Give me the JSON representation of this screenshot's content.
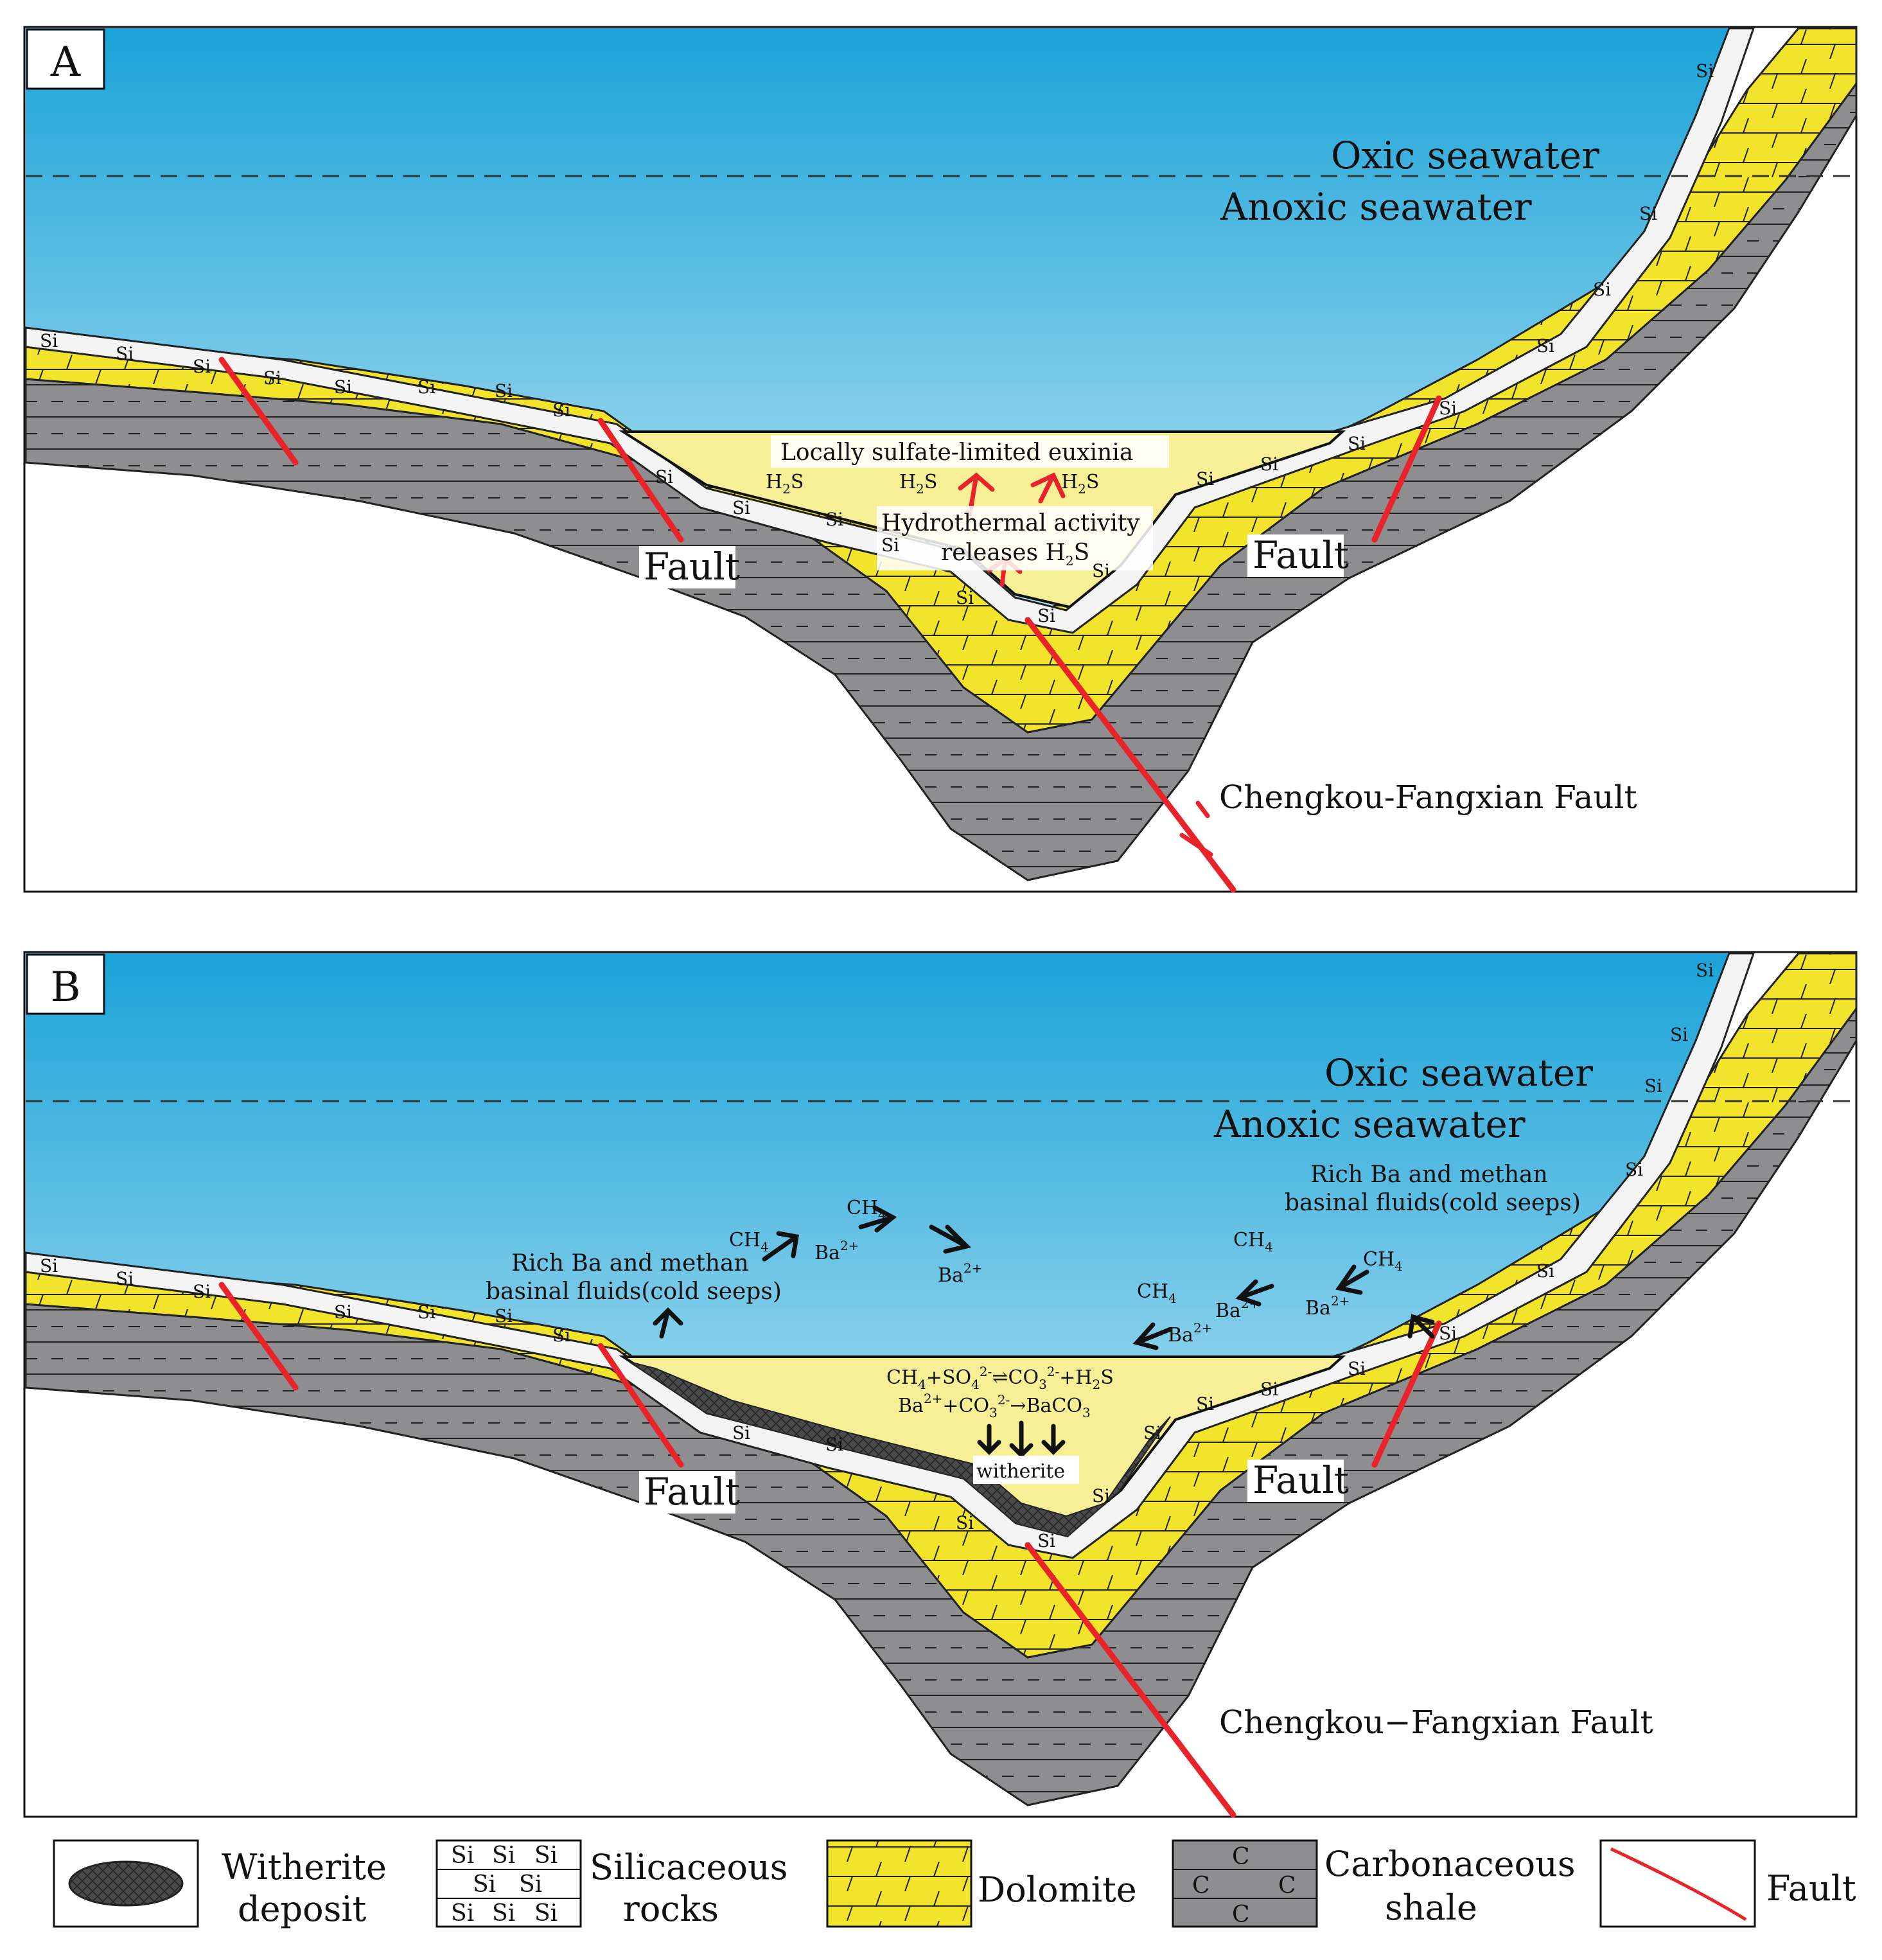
{
  "panels": [
    {
      "letter": "A",
      "oxic": "Oxic seawater",
      "anoxic": "Anoxic  seawater",
      "euxinia": "Locally  sulfate-limited euxinia",
      "hydro_1": "Hydrothermal activity",
      "hydro_2": "releases H",
      "hydro_sub": "2",
      "hydro_end": "S",
      "h2s_h": "H",
      "h2s_sub": "2",
      "h2s_s": "S",
      "fault_left": "Fault",
      "fault_right": "Fault",
      "main_fault": "Chengkou-Fangxian Fault",
      "si": "Si"
    },
    {
      "letter": "B",
      "oxic": "Oxic seawater",
      "anoxic": "Anoxic  seawater",
      "fluids_left_1": "Rich  Ba  and methan",
      "fluids_left_2": "basinal fluids(cold seeps)",
      "fluids_right_1": "Rich  Ba  and methan",
      "fluids_right_2": "basinal fluids(cold seeps)",
      "ch4_c": "CH",
      "ch4_sub": "4",
      "ba": "Ba",
      "ba_sup": "2+",
      "reaction_1_a": "CH",
      "reaction_1_b": "4",
      "reaction_1_c": "+SO",
      "reaction_1_d": "4",
      "reaction_1_e": "2-",
      "reaction_1_f": "⇌CO",
      "reaction_1_g": "3",
      "reaction_1_h": "2-",
      "reaction_1_i": "+H",
      "reaction_1_j": "2",
      "reaction_1_k": "S",
      "reaction_2_a": "Ba",
      "reaction_2_b": "2+",
      "reaction_2_c": "+CO",
      "reaction_2_d": "3",
      "reaction_2_e": "2-",
      "reaction_2_f": "→BaCO",
      "reaction_2_g": "3",
      "witherite": "witherite",
      "fault_left": "Fault",
      "fault_right": "Fault",
      "main_fault": "Chengkou−Fangxian  Fault",
      "si": "Si"
    }
  ],
  "legend": {
    "witherite_1": "Witherite",
    "witherite_2": "deposit",
    "silica_1": "Silicaceous",
    "silica_2": "rocks",
    "silica_si": "Si",
    "dolomite": "Dolomite",
    "shale_1": "Carbonaceous",
    "shale_2": "shale",
    "shale_c": "C",
    "fault": "Fault"
  },
  "colors": {
    "sea_top": "#1aa3d8",
    "sea_bottom": "#a8dcef",
    "dolomite": "#f2e42a",
    "shale": "#8e8e90",
    "basin_fill": "#f6ef96",
    "silica": "#f4f4f4",
    "fault": "#e8242a",
    "witherite": "#4a4a4c"
  }
}
